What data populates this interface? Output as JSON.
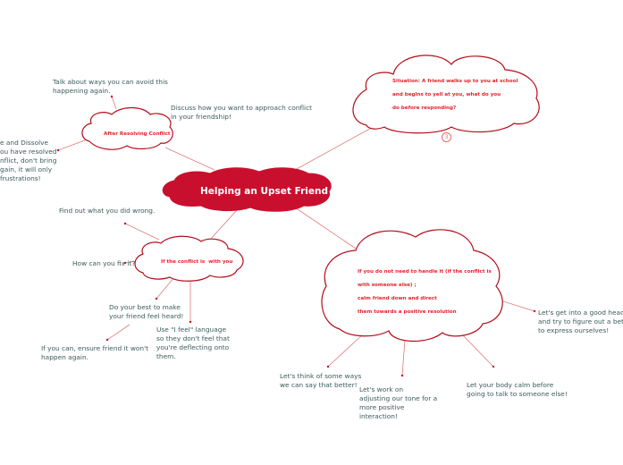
{
  "central": {
    "label": "Helping an Upset Friend",
    "fill": "#c8102e"
  },
  "colors": {
    "link": "#e07a7a",
    "cloud_stroke": "#b30d1a",
    "cloud_text": "#e8202a",
    "note_text": "#3c5a5a"
  },
  "topics": {
    "situation": {
      "lines": [
        "Situation: A friend walks up to you at school",
        "and begins to yell at you, what do you",
        "do before responding?"
      ],
      "badge": "3"
    },
    "after_resolving": {
      "label": "After Resolving Conflict"
    },
    "with_you": {
      "label": "If the conflict is  with you"
    },
    "with_someone_else": {
      "lines": [
        "If you do not need to handle it (if the conflict is",
        "with someone else) ;",
        "calm friend down and direct",
        "them towards a positive resolution"
      ]
    }
  },
  "notes": {
    "talk_about": "Talk about ways you can avoid this\nhappening again.",
    "discuss": "Discuss how you want to approach conflict\nin your friendship!",
    "dissolve": "e and Dissolve\nou have resolved\nnflict, don't bring\ngain, it will only\nfrustrations!",
    "find_out": "Find out what you did wrong.",
    "fix_it": "How can you fix it?",
    "do_best": "Do your best to make\nyour friend feel heard!",
    "i_feel": "Use \"I feel\" language\nso they don't feel that\nyou're deflecting onto\nthem.",
    "ensure": "If you can, ensure friend it won't\nhappen again.",
    "headspace": "Let's get into a good headsp\nand try to figure out a better\nto express ourselves!",
    "think_ways": "Let's think of some ways\nwe can say that better!",
    "tone": "Let's work on\nadjusting our tone for a\nmore positive\ninteraction!",
    "body_calm": "Let your body calm before\ngoing to talk to someone else!"
  }
}
